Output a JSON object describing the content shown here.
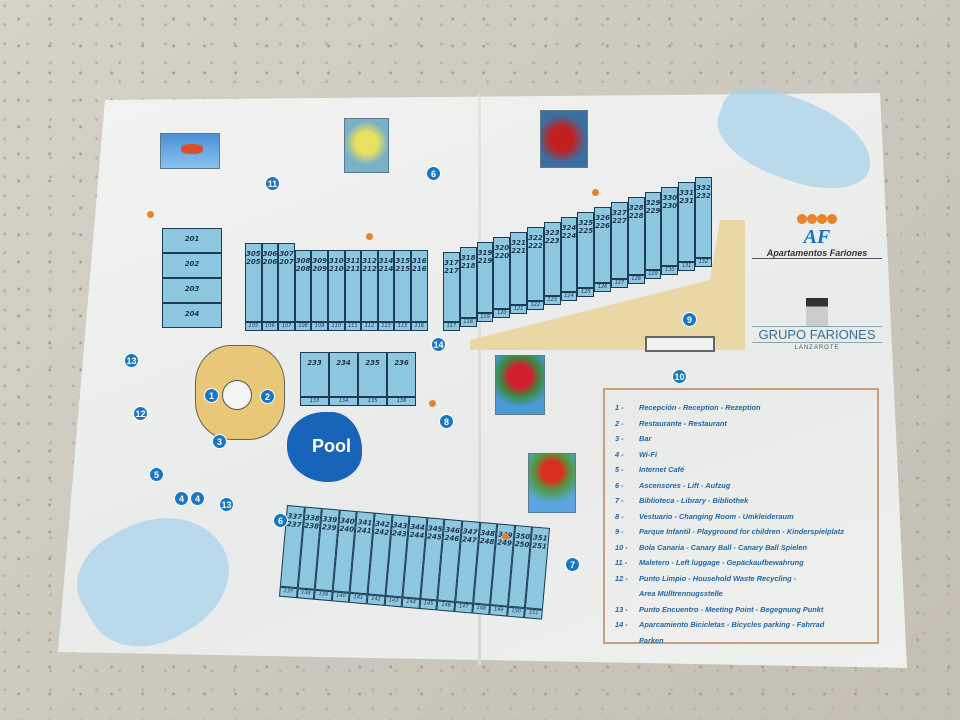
{
  "brand": {
    "name": "Apartamentos Fariones",
    "monogram": "AF",
    "group": "GRUPO FARIONES",
    "location": "LANZAROTE"
  },
  "pool_label": "Pool",
  "legend": [
    {
      "num": "1 -",
      "text": "Recepción - Reception - Rezeption"
    },
    {
      "num": "2 -",
      "text": "Restaurante - Restaurant"
    },
    {
      "num": "3 -",
      "text": "Bar"
    },
    {
      "num": "4 -",
      "text": "Wi-Fi"
    },
    {
      "num": "5 -",
      "text": "Internet Café"
    },
    {
      "num": "6 -",
      "text": "Ascensores - Lift - Aufzug"
    },
    {
      "num": "7 -",
      "text": "Biblioteca - Library - Bibliothek"
    },
    {
      "num": "8 -",
      "text": "Vestuario - Changing Room - Umkleideraum"
    },
    {
      "num": "9 -",
      "text": "Parque Infantil - Playground for children - Kinderspielplatz"
    },
    {
      "num": "10 -",
      "text": "Bola Canaria - Canary Ball - Canary Ball Spielen"
    },
    {
      "num": "11 -",
      "text": "Maletero - Left luggage - Gepäckaufbewahrung"
    },
    {
      "num": "12 -",
      "text": "Punto Limpio - Household Waste Recycling -"
    },
    {
      "num": "",
      "text": "Area Mülltrennugsstelle"
    },
    {
      "num": "13 -",
      "text": "Punto Encuentro - Meeting Point - Begegnung Punkt"
    },
    {
      "num": "14 -",
      "text": "Aparcamiento Bicicletas - Bicycles parking - Fahrrad"
    },
    {
      "num": "",
      "text": "Parken"
    }
  ],
  "markers": [
    "11",
    "6",
    "14",
    "13",
    "12",
    "1",
    "2",
    "3",
    "5",
    "4",
    "4",
    "13",
    "8",
    "9",
    "10",
    "6",
    "7"
  ],
  "left_block": [
    "201",
    "202",
    "203",
    "204"
  ],
  "top_row_a": [
    [
      "305",
      "205",
      "105"
    ],
    [
      "306",
      "206",
      "106"
    ],
    [
      "307",
      "207",
      "107"
    ],
    [
      "308",
      "208",
      "108"
    ],
    [
      "309",
      "209",
      "109"
    ],
    [
      "310",
      "210",
      "110"
    ],
    [
      "311",
      "211",
      "111"
    ],
    [
      "312",
      "212",
      "112"
    ],
    [
      "314",
      "214",
      "113"
    ],
    [
      "315",
      "215",
      "115"
    ],
    [
      "316",
      "216",
      "116"
    ]
  ],
  "top_row_b": [
    [
      "317",
      "217",
      "117"
    ],
    [
      "318",
      "218",
      "118"
    ],
    [
      "319",
      "219",
      "119"
    ],
    [
      "320",
      "220",
      "120"
    ],
    [
      "321",
      "221",
      "121"
    ],
    [
      "322",
      "222",
      "122"
    ],
    [
      "323",
      "223",
      "123"
    ],
    [
      "324",
      "224",
      "124"
    ],
    [
      "325",
      "225",
      "125"
    ],
    [
      "326",
      "226",
      "126"
    ],
    [
      "327",
      "227",
      "127"
    ],
    [
      "328",
      "228",
      "128"
    ],
    [
      "329",
      "229",
      "129"
    ],
    [
      "330",
      "230",
      "130"
    ],
    [
      "331",
      "231",
      "131"
    ],
    [
      "332",
      "232",
      "132"
    ]
  ],
  "mid_block": [
    [
      "233",
      "133"
    ],
    [
      "234",
      "134"
    ],
    [
      "235",
      "135"
    ],
    [
      "236",
      "136"
    ]
  ],
  "bottom_row": [
    [
      "337",
      "237",
      "137"
    ],
    [
      "338",
      "238",
      "138"
    ],
    [
      "339",
      "239",
      "139"
    ],
    [
      "340",
      "240",
      "140"
    ],
    [
      "341",
      "241",
      "141"
    ],
    [
      "342",
      "242",
      "142"
    ],
    [
      "343",
      "243",
      "143"
    ],
    [
      "344",
      "244",
      "144"
    ],
    [
      "345",
      "245",
      "145"
    ],
    [
      "346",
      "246",
      "146"
    ],
    [
      "347",
      "247",
      "147"
    ],
    [
      "348",
      "248",
      "148"
    ],
    [
      "349",
      "249",
      "149"
    ],
    [
      "350",
      "250",
      "150"
    ],
    [
      "351",
      "251",
      "151"
    ]
  ]
}
